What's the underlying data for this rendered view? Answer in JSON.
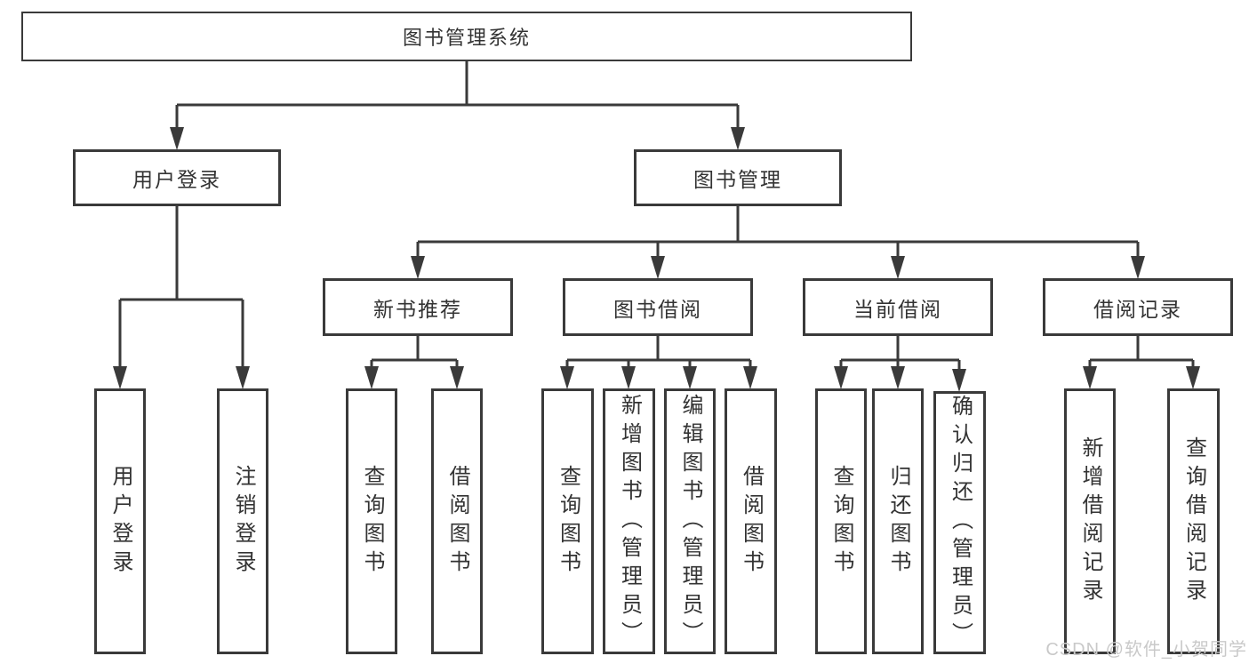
{
  "root": {
    "label": "图书管理系统"
  },
  "level2": [
    {
      "label": "用户登录"
    },
    {
      "label": "图书管理"
    }
  ],
  "level3": [
    {
      "label": "新书推荐"
    },
    {
      "label": "图书借阅"
    },
    {
      "label": "当前借阅"
    },
    {
      "label": "借阅记录"
    }
  ],
  "leaves": {
    "user_login": [
      "用户登录",
      "注销登录"
    ],
    "new_books": [
      "查询图书",
      "借阅图书"
    ],
    "book_borrow": [
      "查询图书",
      "新增图书（管理员）",
      "编辑图书（管理员）",
      "借阅图书"
    ],
    "current_borrow": [
      "查询图书",
      "归还图书",
      "确认归还（管理员）"
    ],
    "borrow_records": [
      "新增借阅记录",
      "查询借阅记录"
    ]
  },
  "watermark": {
    "text": "CSDN @软件_小贺同学"
  },
  "colors": {
    "line": "#3a3a3a",
    "text": "#333333",
    "watermark": "#c9c9c9",
    "background": "#ffffff"
  }
}
